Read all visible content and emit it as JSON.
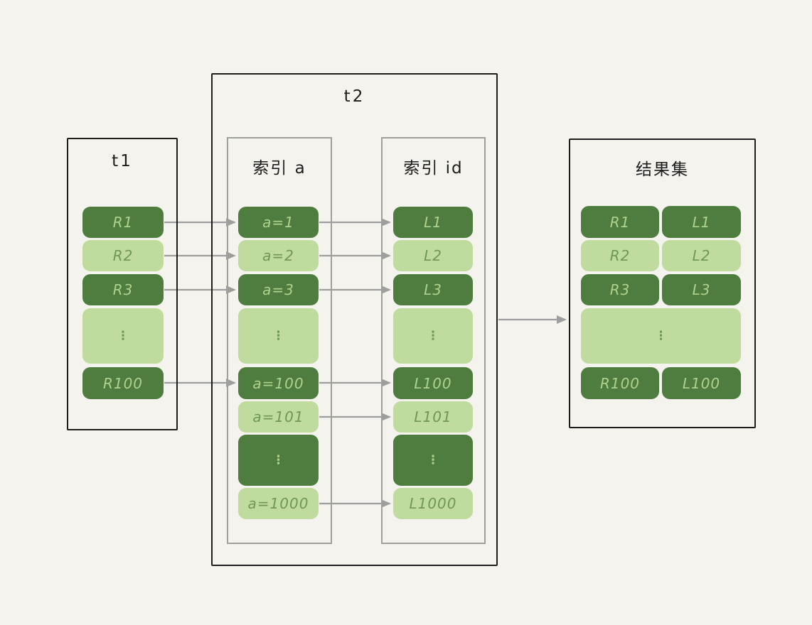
{
  "colors": {
    "background": "#f4f3ee",
    "dark_green": "#4f7d3f",
    "light_green": "#bfdc9e",
    "text_on_dark": "#aed28c",
    "text_on_light": "#6f9756",
    "outer_border": "#1c1c1c",
    "inner_border": "#a0a09b",
    "arrow_gray": "#9e9e9e"
  },
  "t1": {
    "title": "t1",
    "rows": [
      "R1",
      "R2",
      "R3",
      "⋮",
      "R100"
    ]
  },
  "t2": {
    "title": "t2",
    "index_a": {
      "title": "索引 a",
      "rows": [
        "a=1",
        "a=2",
        "a=3",
        "⋮",
        "a=100",
        "a=101",
        "⋮",
        "a=1000"
      ]
    },
    "index_id": {
      "title": "索引 id",
      "rows": [
        "L1",
        "L2",
        "L3",
        "⋮",
        "L100",
        "L101",
        "⋮",
        "L1000"
      ]
    }
  },
  "result": {
    "title": "结果集",
    "dots": "⋮",
    "pairs": [
      {
        "left": "R1",
        "right": "L1"
      },
      {
        "left": "R2",
        "right": "L2"
      },
      {
        "left": "R3",
        "right": "L3"
      },
      {
        "left": "R100",
        "right": "L100"
      }
    ]
  }
}
